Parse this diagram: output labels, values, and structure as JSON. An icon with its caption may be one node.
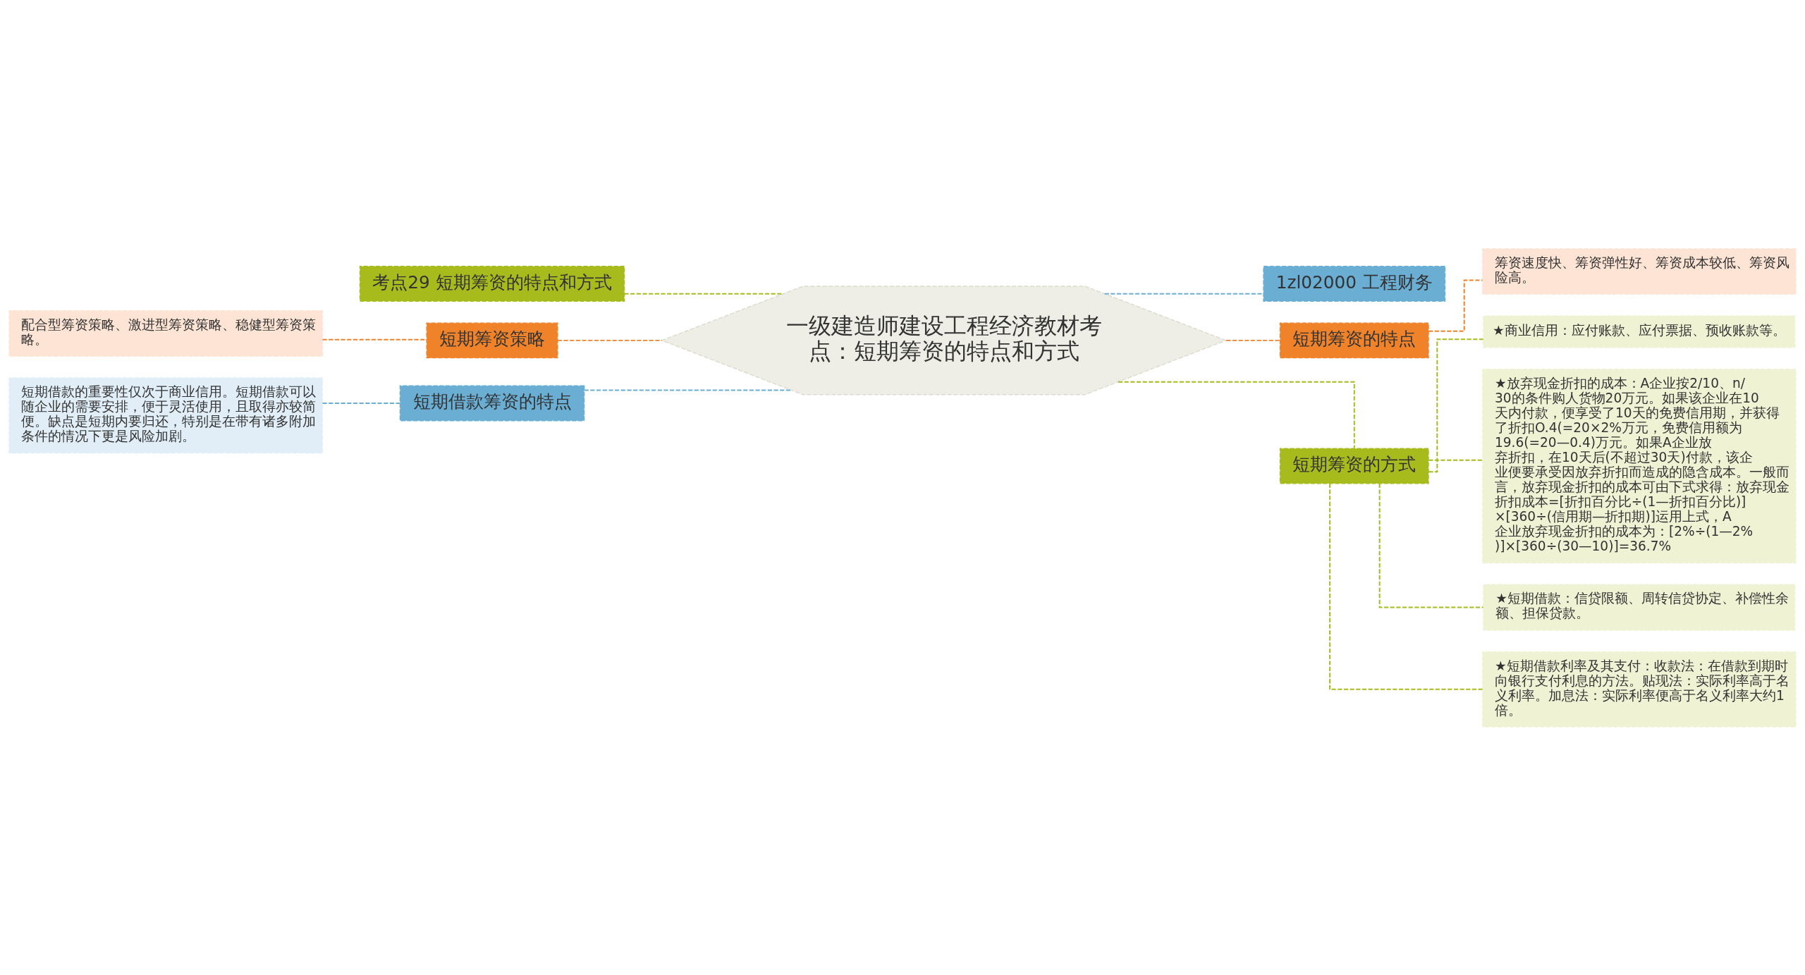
{
  "diagram": {
    "nodes": [
      {
        "text": [
          "一级建造师建设工程经济教材考点：短期筹资的特点和方式"
        ]
      },
      {
        "text": [
          "考点29 短期筹资的特点和方式"
        ]
      },
      {
        "text": [
          "短期筹资策略"
        ]
      },
      {
        "text": [
          "配合型筹资策略、激进型筹资策略、稳健型筹资策略。"
        ]
      },
      {
        "text": [
          "短期借款筹资的特点"
        ]
      },
      {
        "text": [
          "短期借款的重要性仅次于商业信用。短期借款可以随企业的需要安排，便于灵活使用，且取得亦较简便。缺点是短期内要归还，特别是在带有诸多附加条件的情况下更是风险加剧。"
        ]
      },
      {
        "text": [
          "1zl02000 工程财务"
        ]
      },
      {
        "text": [
          "短期筹资的特点"
        ]
      },
      {
        "text": [
          "筹资速度快、筹资弹性好、筹资成本较低、筹资风险高。"
        ]
      },
      {
        "text": [
          "短期筹资的方式"
        ]
      },
      {
        "text": [
          "★商业信用：应付账款、应付票据、预收账款等。"
        ]
      },
      {
        "text": [
          "★放弃现金折扣的成本：A企业按2/10、n/30的条件购人货物20万元。如果该企业在10天内付款，便享受了10天的免费信用期，并获得了折扣O.4(=20×2%万元，免费信用额为19.6(=20—0.4)万元。如果A企业放弃折扣，在10天后(不超过30天)付款，该企业便要承受因放弃折扣而造成的隐含成本。一般而言，放弃现金折扣的成本可由下式求得：放弃现金折扣成本=[折扣百分比÷(1—折扣百分比)]×[360÷(信用期—折扣期)]运用上式，A企业放弃现金折扣的成本为：[2%÷(1—2%)]×[360÷(30—10)]=36.7%"
        ]
      },
      {
        "text": [
          "★短期借款：信贷限额、周转信贷协定、补偿性余额、担保贷款。"
        ]
      },
      {
        "text": [
          "★短期借款利率及其支付：收款法：在借款到期时向银行支付利息的方法。贴现法：实际利率高于名义利率。加息法：实际利率便高于名义利率大约1倍。"
        ]
      }
    ],
    "edges": [
      {
        "from": 0,
        "to": 1,
        "arrow": "none",
        "style": "dashed",
        "color": "#a8bb1d"
      },
      {
        "from": 0,
        "to": 2,
        "arrow": "none",
        "style": "dashed",
        "color": "#f0832a"
      },
      {
        "from": 2,
        "to": 3,
        "arrow": "none",
        "style": "dashed",
        "color": "#f0832a"
      },
      {
        "from": 0,
        "to": 4,
        "arrow": "none",
        "style": "dashed",
        "color": "#6aaed4"
      },
      {
        "from": 4,
        "to": 5,
        "arrow": "none",
        "style": "dashed",
        "color": "#6aaed4"
      },
      {
        "from": 0,
        "to": 6,
        "arrow": "none",
        "style": "dashed",
        "color": "#6aaed4"
      },
      {
        "from": 0,
        "to": 7,
        "arrow": "none",
        "style": "dashed",
        "color": "#f0832a"
      },
      {
        "from": 7,
        "to": 8,
        "arrow": "none",
        "style": "dashed",
        "color": "#f0832a"
      },
      {
        "from": 0,
        "to": 9,
        "arrow": "none",
        "style": "dashed",
        "color": "#a8bb1d"
      },
      {
        "from": 9,
        "to": 10,
        "arrow": "none",
        "style": "dashed",
        "color": "#a8bb1d"
      },
      {
        "from": 9,
        "to": 11,
        "arrow": "none",
        "style": "dashed",
        "color": "#a8bb1d"
      },
      {
        "from": 9,
        "to": 12,
        "arrow": "none",
        "style": "dashed",
        "color": "#a8bb1d"
      },
      {
        "from": 9,
        "to": 13,
        "arrow": "none",
        "style": "dashed",
        "color": "#a8bb1d"
      }
    ]
  }
}
